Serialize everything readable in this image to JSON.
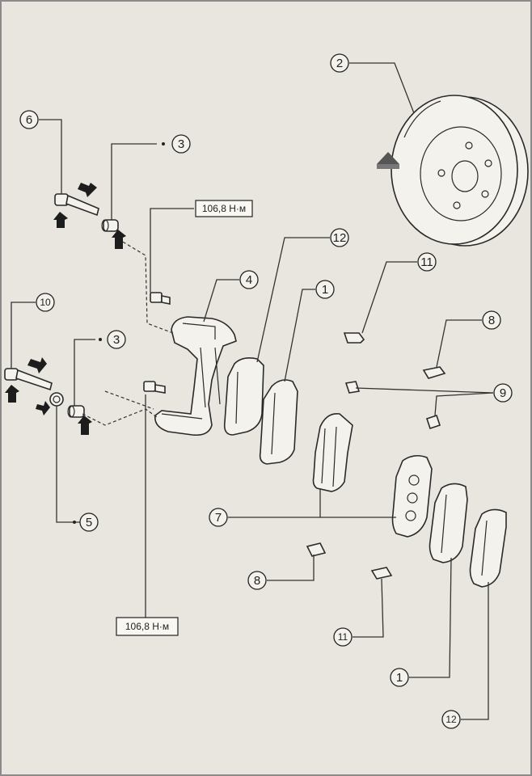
{
  "diagram": {
    "torque_labels": [
      "106,8 Н·м",
      "106,8 Н·м"
    ],
    "callouts": {
      "c1a": "1",
      "c1b": "1",
      "c2": "2",
      "c3a": "3",
      "c3b": "3",
      "c4": "4",
      "c5": "5",
      "c6": "6",
      "c7": "7",
      "c8a": "8",
      "c8b": "8",
      "c9": "9",
      "c10": "10",
      "c11a": "11",
      "c11b": "11",
      "c12a": "12",
      "c12b": "12"
    }
  }
}
